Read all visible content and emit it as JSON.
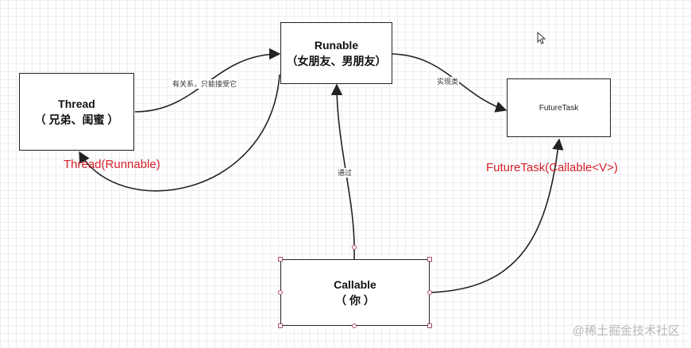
{
  "nodes": {
    "runable": {
      "title": "Runable",
      "subtitle": "（女朋友、男朋友）"
    },
    "thread": {
      "title": "Thread",
      "subtitle": "（ 兄弟、闺蜜 ）"
    },
    "futuretask": {
      "title": "FutureTask"
    },
    "callable": {
      "title": "Callable",
      "subtitle": "（ 你 ）"
    }
  },
  "edge_labels": {
    "thread_to_runable": "有关系，只能接受它",
    "runable_to_futuretask": "实现类",
    "callable_to_runable": "通过"
  },
  "annotations": {
    "thread_ctor": "Thread(Runnable)",
    "futuretask_ctor": "FutureTask(Callable<V>)"
  },
  "watermark": "@稀土掘金技术社区",
  "colors": {
    "annotation": "#d6202a",
    "stroke": "#222222",
    "grid": "#eceef2"
  }
}
